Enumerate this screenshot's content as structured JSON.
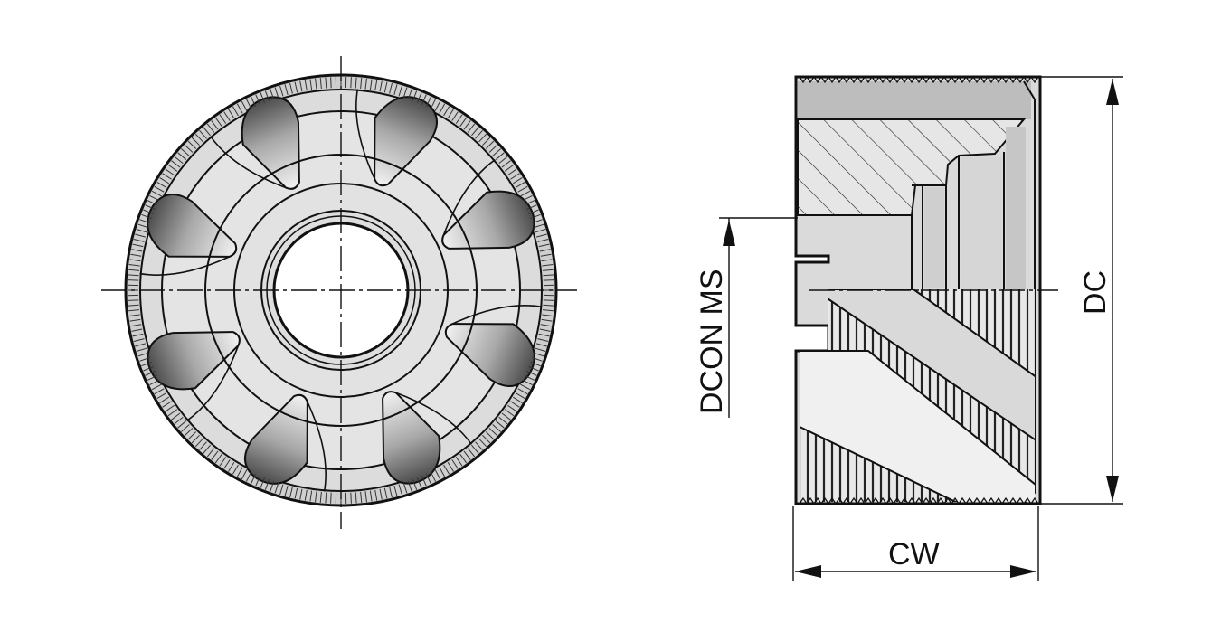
{
  "labels": {
    "dcon_ms": "DCON MS",
    "dc": "DC",
    "cw": "CW"
  },
  "colors": {
    "stroke": "#111111",
    "body_fill": "#e3e3e3",
    "shade_fill": "#bdbdbd",
    "dark_fill": "#8a8a8a",
    "background": "#ffffff"
  },
  "end_view": {
    "insert_count": 8
  },
  "icons": [
    "end-view-cutter",
    "side-view-cutter",
    "dimension-arrow"
  ]
}
